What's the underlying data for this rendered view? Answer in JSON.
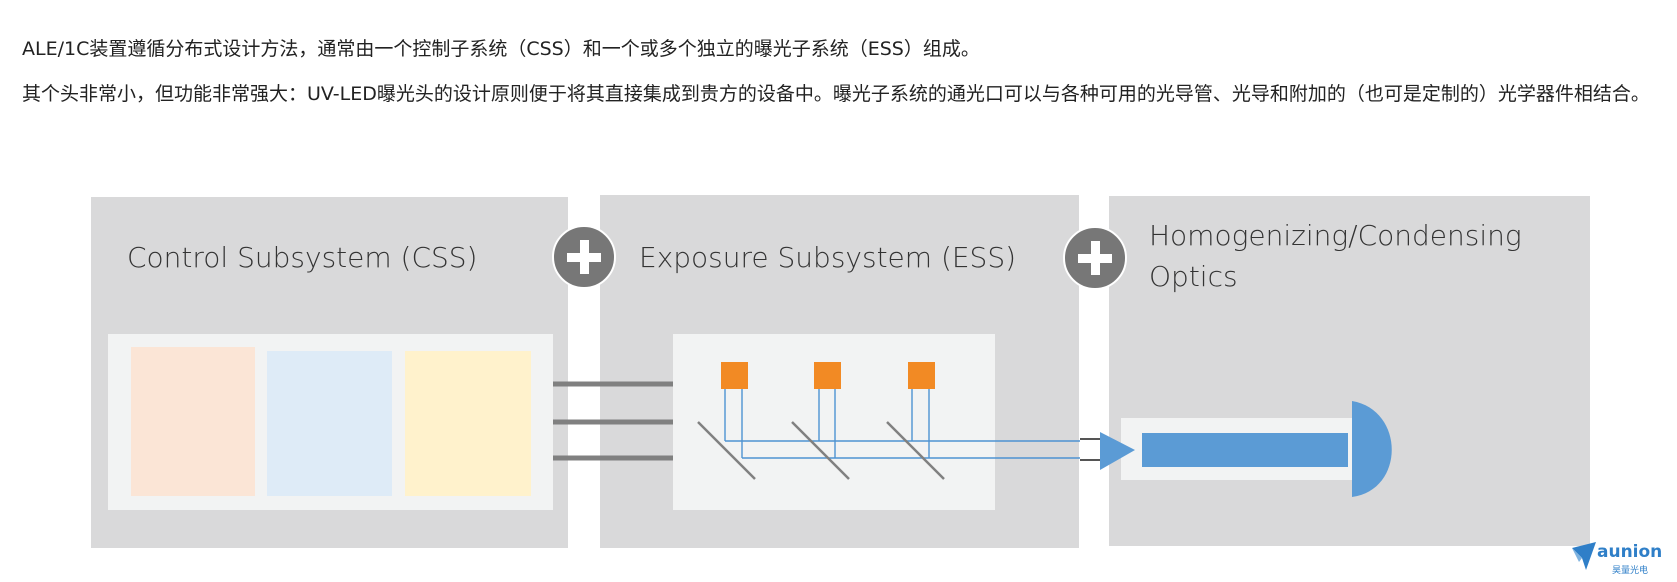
{
  "text": {
    "paragraph1": "ALE/1C装置遵循分布式设计方法，通常由一个控制子系统（CSS）和一个或多个独立的曝光子系统（ESS）组成。",
    "paragraph2": "其个头非常小，但功能非常强大：UV-LED曝光头的设计原则便于将其直接集成到贵方的设备中。曝光子系统的通光口可以与各种可用的光导管、光导和附加的（也可是定制的）光学器件相结合。"
  },
  "panels": {
    "css": {
      "title": "Control Subsystem (CSS)"
    },
    "ess": {
      "title": "Exposure Subsystem (ESS)"
    },
    "optics": {
      "title_line1": "Homogenizing/Condensing",
      "title_line2": "Optics"
    }
  },
  "icons": [
    "plus-icon",
    "plus-icon"
  ],
  "colors": {
    "panel_bg": "#d9d9da",
    "inner_bg": "#f2f3f3",
    "module_peach": "#fbe5d6",
    "module_blue": "#deebf7",
    "module_yellow": "#fff2cc",
    "led_orange": "#f28a24",
    "beam_blue": "#4e93d1",
    "rod_blue": "#5b9bd5",
    "connector_gray": "#808080",
    "plus_gray": "#777777"
  },
  "logo": {
    "name": "aunion",
    "subtitle": "昊量光电"
  }
}
